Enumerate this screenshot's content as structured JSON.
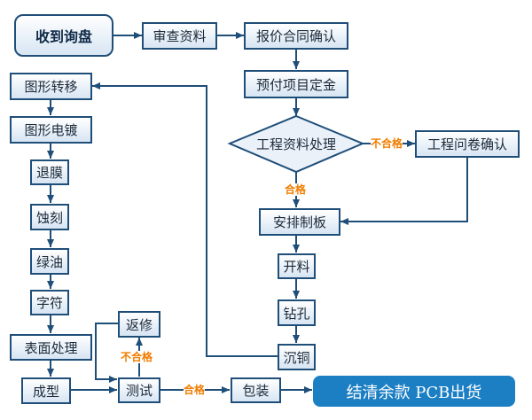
{
  "nodes": {
    "receive_inquiry": "收到询盘",
    "review_materials": "审查资料",
    "quote_confirm": "报价合同确认",
    "prepay_deposit": "预付项目定金",
    "process_materials": "工程资料处理",
    "engineering_questionnaire": "工程问卷确认",
    "arrange_board": "安排制板",
    "cutting": "开料",
    "drilling": "钻孔",
    "copper_deposition": "沉铜",
    "pattern_transfer": "图形转移",
    "pattern_plating": "图形电镀",
    "film_strip": "退膜",
    "etching": "蚀刻",
    "solder_mask": "绿油",
    "legend": "字符",
    "surface_finish": "表面处理",
    "profiling": "成型",
    "testing": "测试",
    "rework": "返修",
    "packaging": "包装",
    "final_payment": "结清余款 PCB出货"
  },
  "edge_labels": {
    "fail_to_questionnaire": "不合格",
    "pass_to_arrange": "合格",
    "fail_to_rework": "不合格",
    "pass_to_packaging": "合格"
  },
  "colors": {
    "line": "#1f4e79",
    "box_border": "#1f4e79",
    "box_fill_top": "#ffffff",
    "box_fill_bottom": "#d7e5f3",
    "label_orange": "#f07d00",
    "final_fill": "#1c7fc4"
  }
}
